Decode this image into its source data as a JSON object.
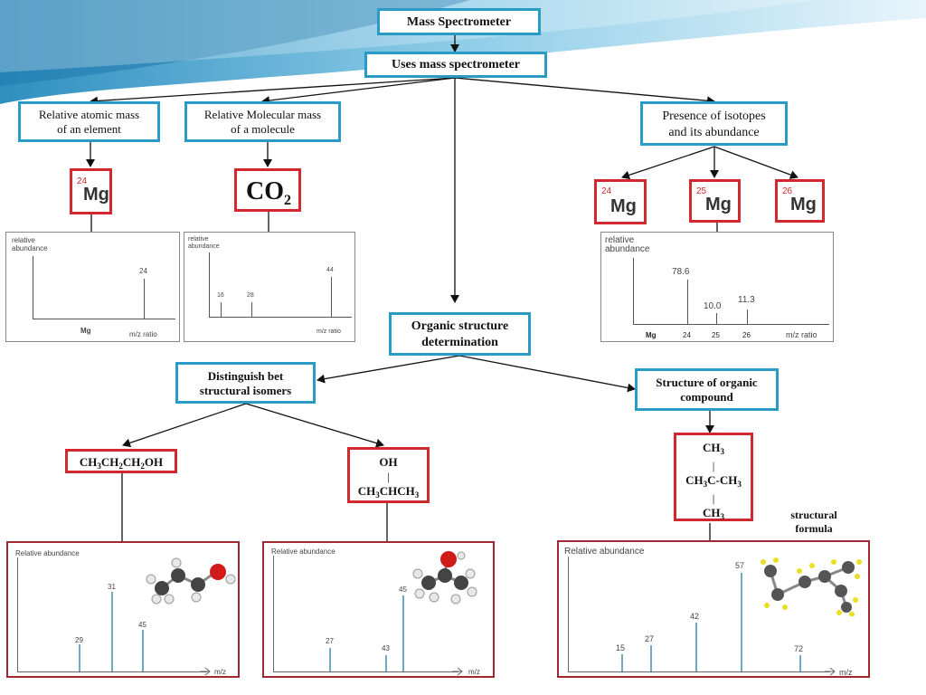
{
  "title": "Mass Spectrometer",
  "uses": "Uses mass spectrometer",
  "branches": {
    "atomic": {
      "line1": "Relative atomic mass",
      "line2": "of an element"
    },
    "molecular": {
      "line1": "Relative Molecular mass",
      "line2": "of a molecule"
    },
    "isotopes": {
      "line1": "Presence of isotopes",
      "line2": "and its abundance"
    }
  },
  "mg_box": {
    "mass": "24",
    "symbol": "Mg"
  },
  "co2_box": {
    "text": "CO",
    "sub": "2"
  },
  "isotope_boxes": [
    {
      "mass": "24",
      "symbol": "Mg"
    },
    {
      "mass": "25",
      "symbol": "Mg"
    },
    {
      "mass": "26",
      "symbol": "Mg"
    }
  ],
  "spectrum_mg": {
    "ylabel1": "relative",
    "ylabel2": "abundance",
    "peak_label": "24",
    "xname": "Mg",
    "xaxis": "m/z ratio"
  },
  "spectrum_co2": {
    "ylabel1": "relative",
    "ylabel2": "abundance",
    "peaks": [
      "16",
      "28",
      "44"
    ],
    "xaxis": "m/z ratio"
  },
  "spectrum_iso": {
    "ylabel1": "relative",
    "ylabel2": "abundance",
    "xname": "Mg",
    "xaxis": "m/z ratio",
    "peaks": [
      {
        "mz": "24",
        "abundance": "78.6"
      },
      {
        "mz": "25",
        "abundance": "10.0"
      },
      {
        "mz": "26",
        "abundance": "11.3"
      }
    ]
  },
  "organic": {
    "line1": "Organic structure",
    "line2": "determination"
  },
  "isomers": {
    "line1": "Distinguish bet",
    "line2": "structural isomers"
  },
  "structure": {
    "line1": "Structure of organic",
    "line2": "compound"
  },
  "propanol1": {
    "parts": [
      "CH",
      "3",
      "CH",
      "2",
      "CH",
      "2",
      "OH"
    ]
  },
  "propanol2": {
    "top": "OH",
    "bar": "|",
    "bottom": [
      "CH",
      "3",
      "CHCH",
      "3"
    ]
  },
  "tertbutane": {
    "top": [
      "CH",
      "3"
    ],
    "bar": "|",
    "mid": [
      "CH",
      "3",
      "C-CH",
      "3"
    ],
    "bottom": [
      "CH",
      "3"
    ]
  },
  "structural_formula": {
    "line1": "structural",
    "line2": "formula"
  },
  "spec1": {
    "ylabel": "Relative abundance",
    "xaxis": "m/z",
    "peaks": [
      "29",
      "31",
      "45"
    ]
  },
  "spec2": {
    "ylabel": "Relative abundance",
    "xaxis": "m/z",
    "peaks": [
      "27",
      "43",
      "45"
    ]
  },
  "spec3": {
    "ylabel": "Relative abundance",
    "xaxis": "m/z",
    "peaks": [
      "15",
      "27",
      "42",
      "57",
      "72"
    ]
  },
  "colors": {
    "blue_border": "#2a9bc6",
    "red_border": "#d0282e",
    "arrow": "#111111",
    "atom_carbon": "#444444",
    "atom_oxygen": "#d11a1a",
    "atom_hydrogen": "#e8e8e8",
    "atom_h_yellow": "#e8e020"
  }
}
